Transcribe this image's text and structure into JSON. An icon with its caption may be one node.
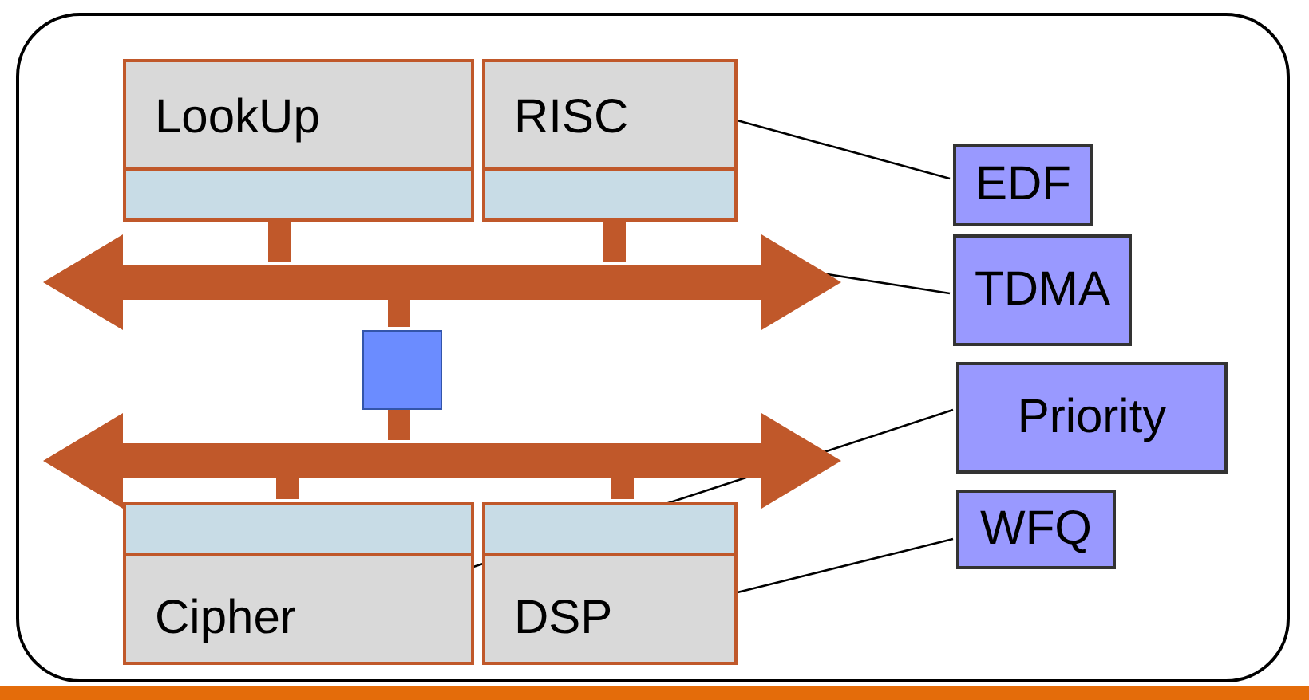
{
  "diagram": {
    "nodes": [
      {
        "text": [],
        "shape": "box"
      },
      {
        "text": [
          "LookUp"
        ],
        "in": 0
      },
      {
        "text": [
          "RISC"
        ],
        "in": 0
      },
      {
        "text": [],
        "shape": "arrow",
        "in": 0
      },
      {
        "text": [],
        "shape": "box",
        "in": 0
      },
      {
        "text": [],
        "shape": "arrow",
        "in": 0
      },
      {
        "text": [
          "Cipher"
        ],
        "in": 0
      },
      {
        "text": [
          "DSP"
        ],
        "in": 0
      },
      {
        "text": [
          "EDF"
        ],
        "in": 0
      },
      {
        "text": [
          "TDMA"
        ],
        "in": 0
      },
      {
        "text": [
          "Priority"
        ],
        "in": 0
      },
      {
        "text": [
          "WFQ"
        ],
        "in": 0
      }
    ],
    "edges": [
      {
        "from": 8,
        "to": 2,
        "arrow": "none",
        "color": "#000000"
      },
      {
        "from": 9,
        "to": 3,
        "arrow": "none",
        "color": "#000000"
      },
      {
        "from": 10,
        "to": 6,
        "arrow": "none",
        "color": "#000000"
      },
      {
        "from": 11,
        "to": 7,
        "arrow": "none",
        "color": "#000000"
      },
      {
        "from": 1,
        "to": 3,
        "arrow": "none"
      },
      {
        "from": 2,
        "to": 3,
        "arrow": "none"
      },
      {
        "from": 3,
        "to": 4,
        "arrow": "none"
      },
      {
        "from": 4,
        "to": 5,
        "arrow": "none"
      },
      {
        "from": 5,
        "to": 6,
        "arrow": "none"
      },
      {
        "from": 5,
        "to": 7,
        "arrow": "none"
      }
    ]
  }
}
